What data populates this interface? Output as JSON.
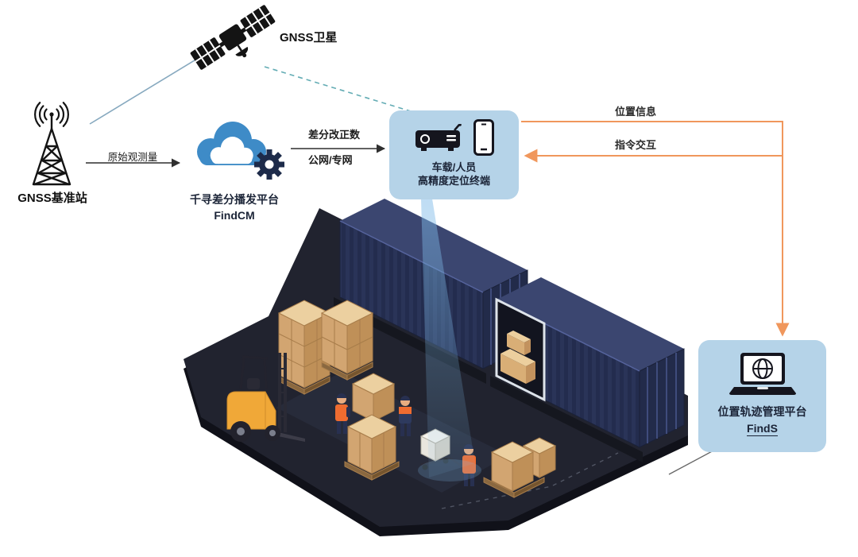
{
  "diagram": {
    "satellite": {
      "label": "GNSS卫星"
    },
    "base_station": {
      "label": "GNSS基准站"
    },
    "cloud_platform": {
      "name": "千寻差分播发平台",
      "product": "FindCM"
    },
    "terminal": {
      "line1": "车载/人员",
      "line2": "高精度定位终端"
    },
    "management_platform": {
      "name": "位置轨迹管理平台",
      "product": "FindS"
    },
    "edges": {
      "raw_observation": "原始观测量",
      "correction_line1": "差分改正数",
      "correction_line2": "公网/专网",
      "position_info": "位置信息",
      "command_interaction": "指令交互"
    }
  },
  "icons": {
    "satellite": "gnss-satellite-icon",
    "base_station": "radio-tower-icon",
    "cloud": "cloud-icon",
    "gear": "gear-icon",
    "receiver": "positioning-receiver-icon",
    "phone": "smartphone-icon",
    "laptop_globe": "laptop-globe-icon"
  },
  "colors": {
    "panel-bg": "#b5d3e8",
    "accent-orange": "#f0975c",
    "teal": "#63acb4",
    "link-blue": "#87a9bf",
    "line-dark": "#2f2f2f",
    "ink": "#1b2437",
    "cloud-blue": "#3e8bc7",
    "gear-navy": "#1d2b4a"
  }
}
